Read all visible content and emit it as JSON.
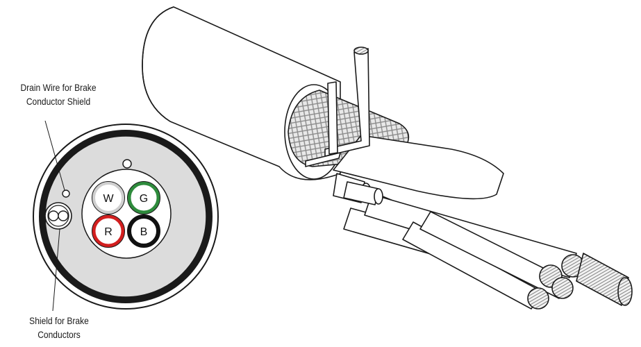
{
  "labels": {
    "drain_wire_line1": "Drain Wire for Brake",
    "drain_wire_line2": "Conductor Shield",
    "shield_line1": "Shield for Brake",
    "shield_line2": "Conductors"
  },
  "conductors": [
    {
      "letter": "W",
      "ring_color": "#cfcfcf"
    },
    {
      "letter": "G",
      "ring_color": "#2e8b3c"
    },
    {
      "letter": "R",
      "ring_color": "#d21f1f"
    },
    {
      "letter": "B",
      "ring_color": "#111111"
    }
  ],
  "colors": {
    "outline": "#1a1a1a",
    "jacket_fill": "#dcdcdc",
    "braid": "#9a9a9a"
  }
}
